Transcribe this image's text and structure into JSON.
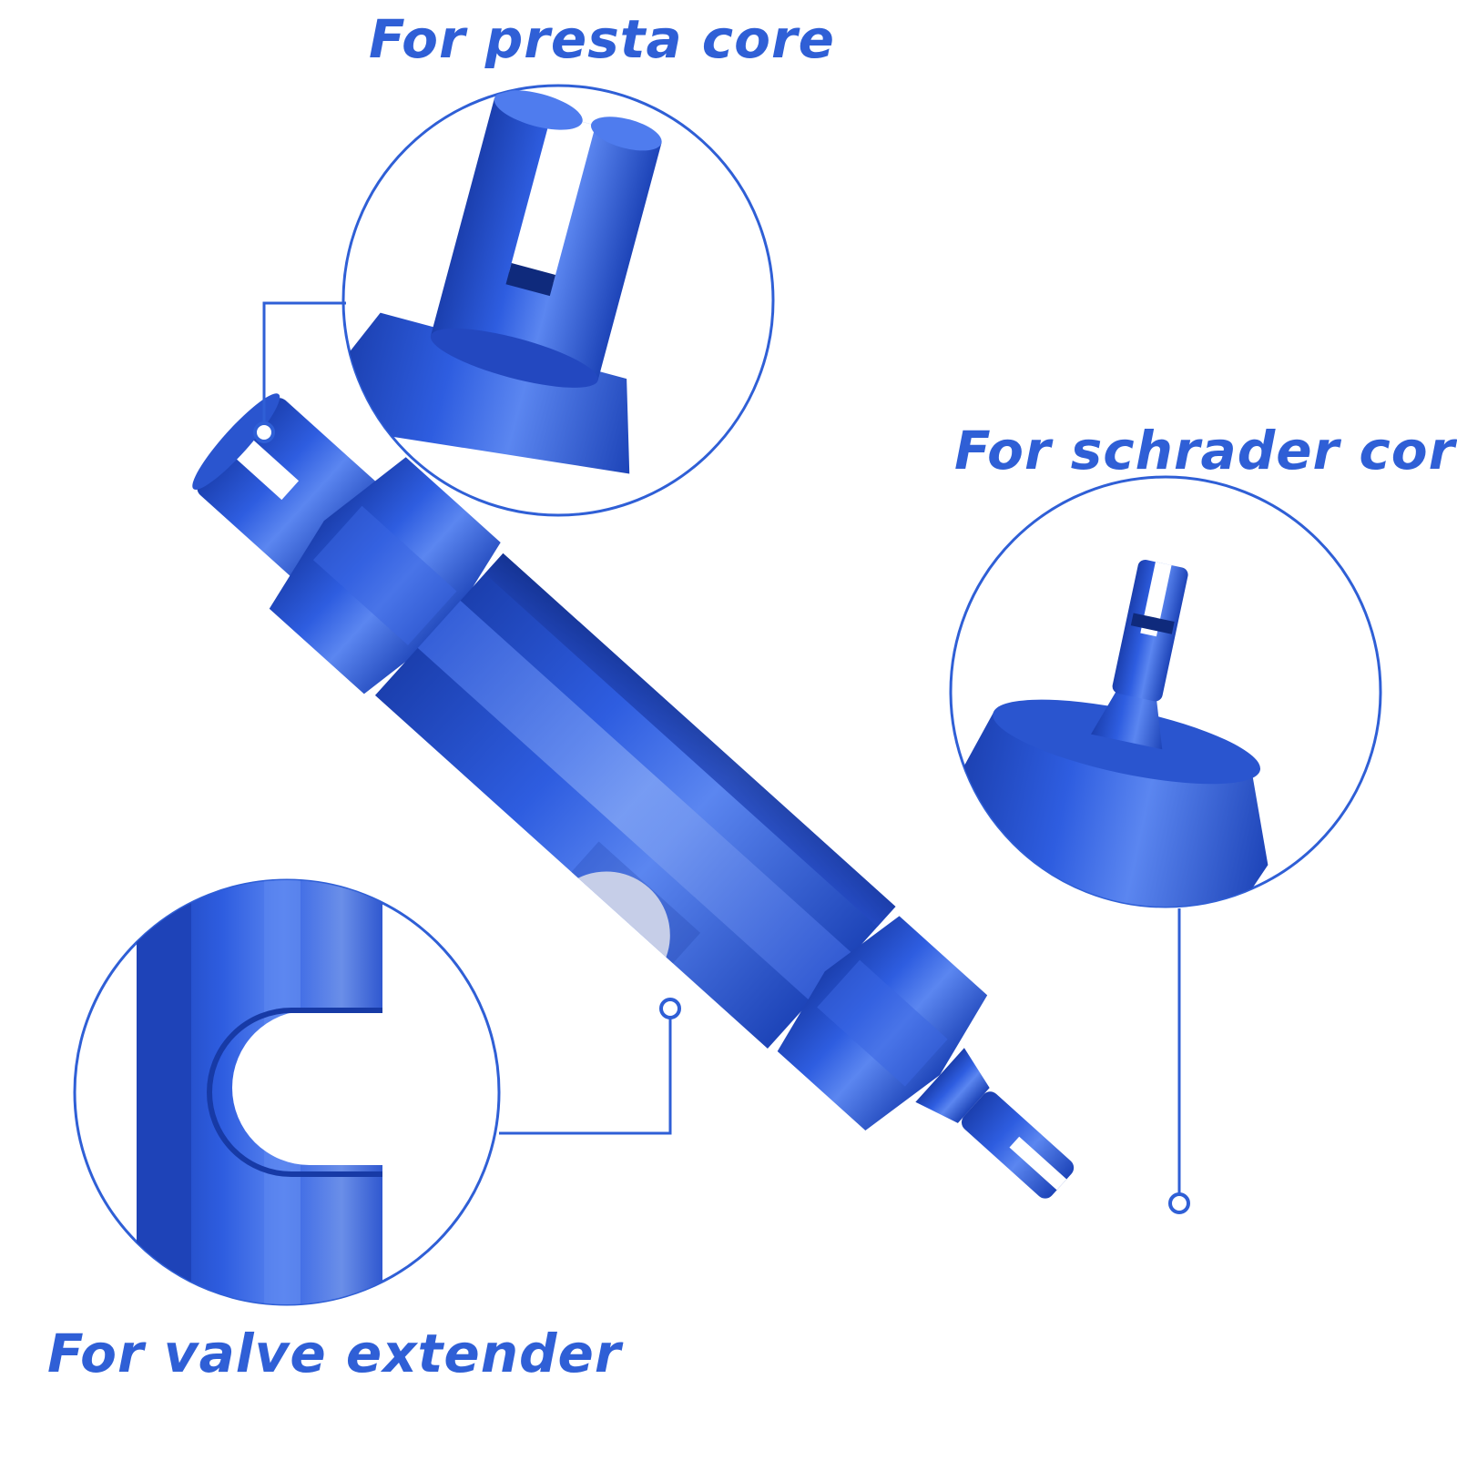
{
  "labels": {
    "presta": "For presta core",
    "schrader": "For schrader core",
    "extender": "For valve extender"
  },
  "colors": {
    "label_text": "#2f5fd6",
    "callout_line": "#2f5fd6",
    "tool_dark": "#1a3fb0",
    "tool_mid": "#2a58d8",
    "tool_light": "#6f96f2",
    "background": "#ffffff"
  }
}
